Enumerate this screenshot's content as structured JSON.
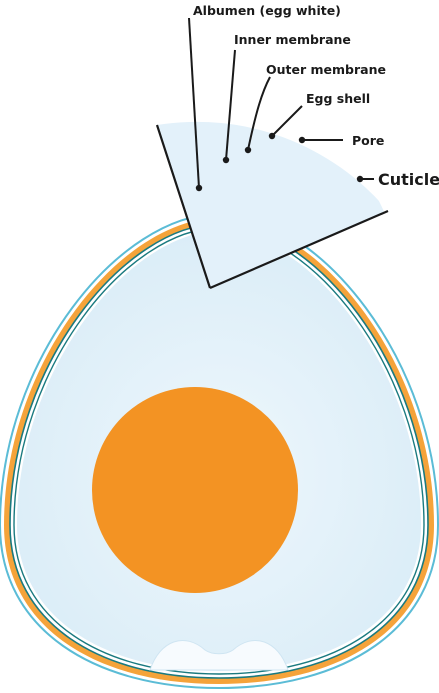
{
  "labels": {
    "albumen": "Albumen (egg white)",
    "inner_membrane": "Inner membrane",
    "outer_membrane": "Outer membrane",
    "egg_shell": "Egg shell",
    "pore": "Pore",
    "cuticle": "Cuticle"
  },
  "colors": {
    "shell": "#f5a33a",
    "cuticle": "#5bbcd6",
    "membrane": "#1a7a80",
    "albumen": "#e6f2fa",
    "albumen_edge": "#d4e9f5",
    "yolk": "#f39323",
    "outline": "#1a1a1a"
  }
}
